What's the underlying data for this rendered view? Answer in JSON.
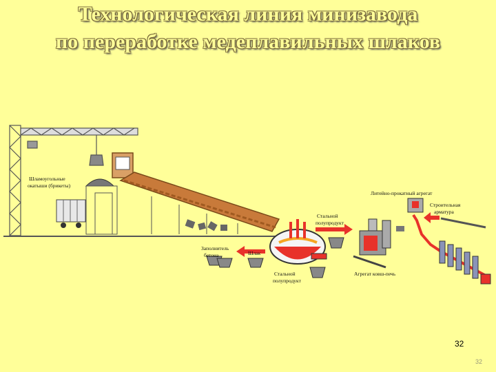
{
  "title": {
    "line1": "Технологическая линия минизавода",
    "line2": "по переработке медеплавильных шлаков"
  },
  "labels": {
    "briquettes_1": "Шламоугольные",
    "briquettes_2": "окатыши (брикеты)",
    "casting_unit": "Литейно-прокатный агрегат",
    "steel_semi_1": "Стальной",
    "steel_semi_2": "полупродукт",
    "rebar_1": "Строительная",
    "rebar_2": "арматура",
    "filler_1": "Заполнитель",
    "filler_2": "бетона",
    "slag": "Шлак",
    "steel_semi_b1": "Стальной",
    "steel_semi_b2": "полупродукт",
    "ladle_furnace": "Агрегат ковш-печь"
  },
  "slide_number": "32",
  "footer_number": "32",
  "colors": {
    "background": "#FFFF99",
    "arrow": "#E8322A",
    "conveyor": "#C87A3A"
  }
}
